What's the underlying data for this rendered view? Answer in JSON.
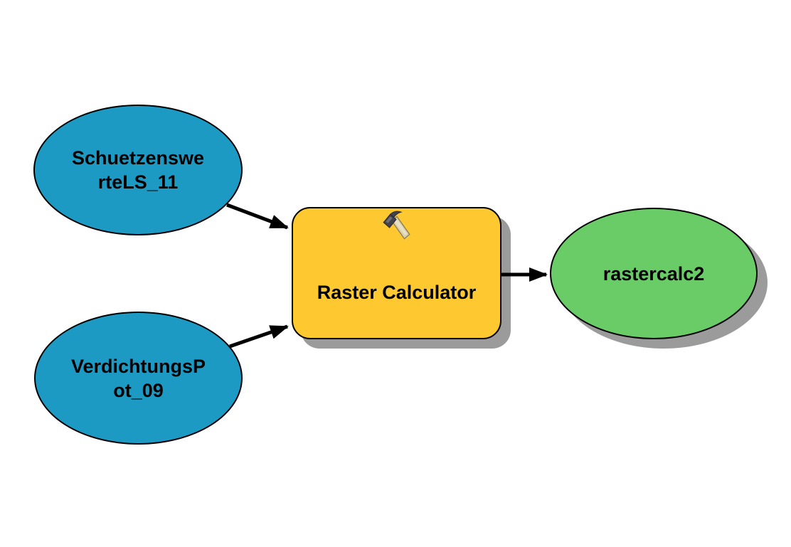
{
  "diagram": {
    "type": "flowchart",
    "title": "Raster Calculator model",
    "application_context": "geoprocessing model diagram",
    "colors": {
      "input_data_fill": "#1D9AC4",
      "tool_fill": "#FDC830",
      "output_data_fill": "#69CC66",
      "node_border": "#000000",
      "connector": "#000000",
      "shadow": "#9B9B9B",
      "background": "#FFFFFF",
      "text": "#000000"
    },
    "nodes": [
      {
        "id": "input1",
        "kind": "input-data",
        "shape": "ellipse",
        "fill": "#1D9AC4",
        "label": "SchuetzenswerteLS_11",
        "lines": [
          "Schuetzenswe",
          "rteLS_11"
        ]
      },
      {
        "id": "input2",
        "kind": "input-data",
        "shape": "ellipse",
        "fill": "#1D9AC4",
        "label": "VerdichtungsPot_09",
        "lines": [
          "VerdichtungsP",
          "ot_09"
        ]
      },
      {
        "id": "tool",
        "kind": "tool",
        "shape": "rounded-rectangle",
        "fill": "#FDC830",
        "label": "Raster Calculator",
        "icon": "hammer-icon"
      },
      {
        "id": "output",
        "kind": "derived-data",
        "shape": "ellipse",
        "fill": "#69CC66",
        "label": "rastercalc2"
      }
    ],
    "edges": [
      {
        "from": "SchuetzenswerteLS_11",
        "to": "Raster Calculator"
      },
      {
        "from": "VerdichtungsPot_09",
        "to": "Raster Calculator"
      },
      {
        "from": "Raster Calculator",
        "to": "rastercalc2"
      }
    ]
  }
}
